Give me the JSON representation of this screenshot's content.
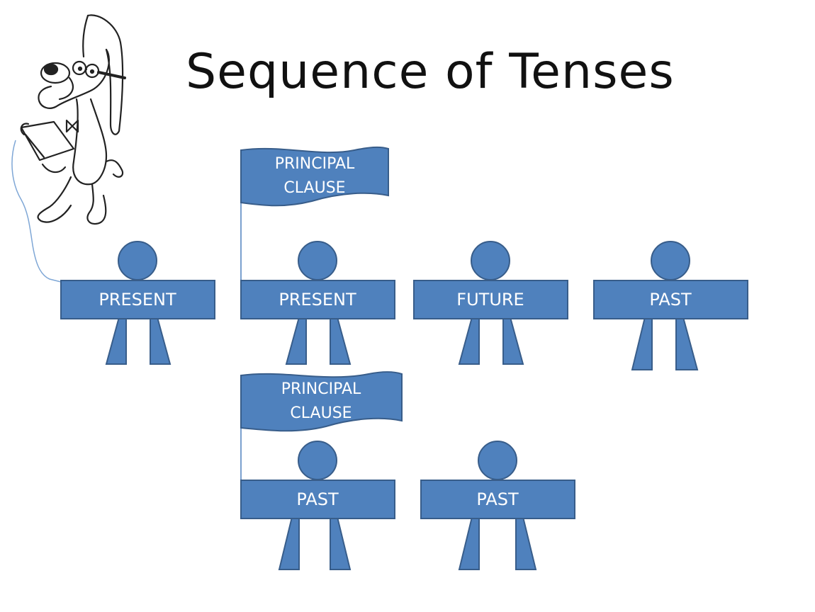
{
  "title": "Sequence of Tenses",
  "colors": {
    "fill": "#4f81bd",
    "stroke": "#385d8a",
    "text": "#ffffff"
  },
  "mascot": {
    "icon": "cartoon-dog-reading-book-icon"
  },
  "flags": [
    {
      "line1": "PRINCIPAL",
      "line2": "CLAUSE"
    },
    {
      "line1": "PRINCIPAL",
      "line2": "CLAUSE"
    }
  ],
  "figures": {
    "row1": [
      "PRESENT",
      "PRESENT",
      "FUTURE",
      "PAST"
    ],
    "row2": [
      "PAST",
      "PAST"
    ]
  }
}
